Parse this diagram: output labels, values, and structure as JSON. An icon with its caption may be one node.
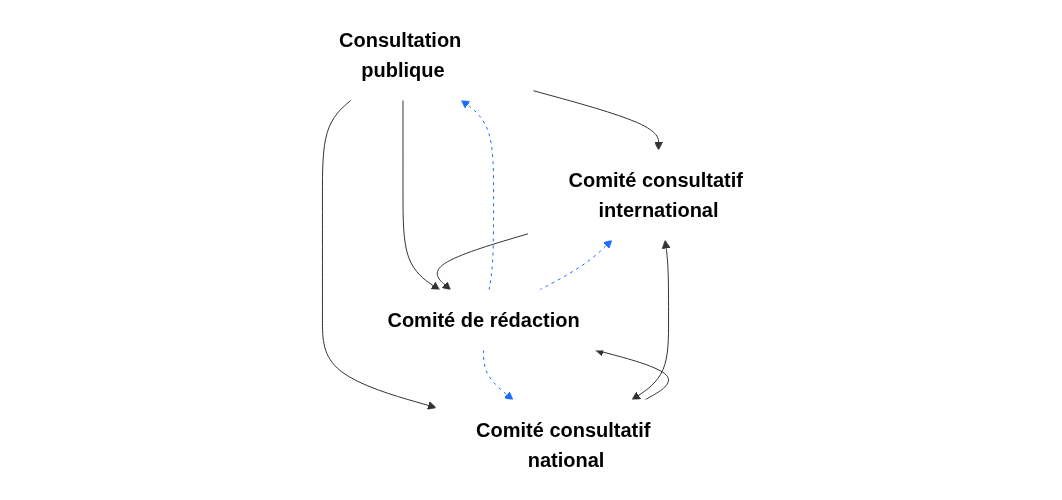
{
  "diagram": {
    "nodes": [
      {
        "text": [
          "Consultation publique"
        ]
      },
      {
        "text": [
          "Comité consultatif international"
        ]
      },
      {
        "text": [
          "Comité consultatif national"
        ]
      },
      {
        "text": [
          "Comité de rédaction"
        ]
      }
    ],
    "edges": [
      {
        "from": 0,
        "to": 1,
        "arrow": "to"
      },
      {
        "from": 0,
        "to": 2,
        "arrow": "to"
      },
      {
        "from": 0,
        "to": 3,
        "arrow": "to"
      },
      {
        "from": 3,
        "to": 0,
        "arrow": "to",
        "style": "dashed",
        "color": "#1a6dff"
      },
      {
        "from": 1,
        "to": 3,
        "arrow": "to"
      },
      {
        "from": 2,
        "to": 3,
        "arrow": "to"
      },
      {
        "from": 3,
        "to": 1,
        "arrow": "to",
        "style": "dashed",
        "color": "#1a6dff"
      },
      {
        "from": 3,
        "to": 2,
        "arrow": "to",
        "style": "dashed",
        "color": "#1a6dff"
      },
      {
        "from": 1,
        "to": 2,
        "arrow": "both"
      }
    ]
  }
}
